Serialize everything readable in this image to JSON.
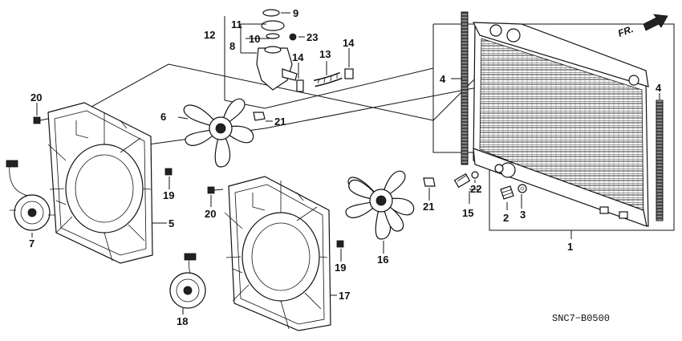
{
  "diagram": {
    "code": "SNC7−B0500",
    "direction_label": "FR.",
    "callouts": {
      "c1": "1",
      "c2": "2",
      "c3": "3",
      "c4a": "4",
      "c4b": "4",
      "c5": "5",
      "c6": "6",
      "c7": "7",
      "c8": "8",
      "c9": "9",
      "c10": "10",
      "c11": "11",
      "c12": "12",
      "c13": "13",
      "c14a": "14",
      "c14b": "14",
      "c15": "15",
      "c16": "16",
      "c17": "17",
      "c18": "18",
      "c19a": "19",
      "c19b": "19",
      "c20a": "20",
      "c20b": "20",
      "c21a": "21",
      "c21b": "21",
      "c22": "22",
      "c23": "23"
    }
  }
}
